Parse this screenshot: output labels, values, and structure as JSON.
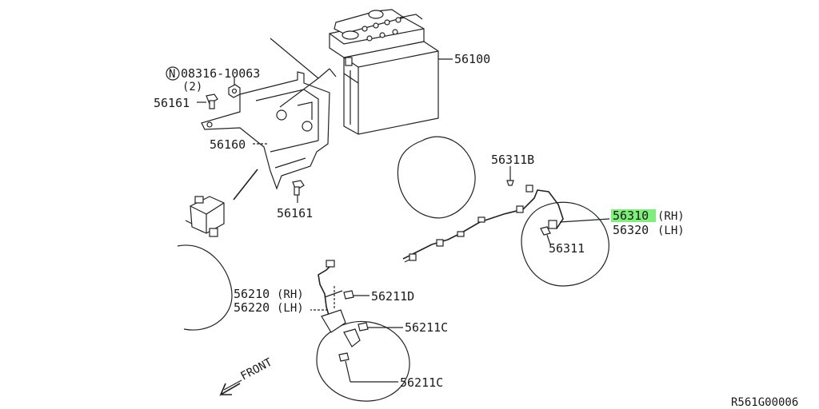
{
  "diagram": {
    "part_numbers": {
      "abs_actuator": "56100",
      "bracket": "56160",
      "bolt_upper": "56161",
      "bolt_lower": "56161",
      "nut_code": "N",
      "nut": "08316-10063",
      "nut_qty": "(2)",
      "rear_sensor_bolt_b": "56311B",
      "rear_sensor_rh": "56310",
      "rear_sensor_rh_side": "(RH)",
      "rear_sensor_lh": "56320",
      "rear_sensor_lh_side": "(LH)",
      "rear_sensor_clip": "56311",
      "front_sensor_rh": "56210",
      "front_sensor_rh_side": "(RH)",
      "front_sensor_lh": "56220",
      "front_sensor_lh_side": "(LH)",
      "front_bolt_d": "56211D",
      "front_bolt_c1": "56211C",
      "front_bolt_c2": "56211C"
    },
    "front_arrow_label": "FRONT",
    "reference_code": "R561G00006",
    "highlight_color": "#7ef07a"
  }
}
